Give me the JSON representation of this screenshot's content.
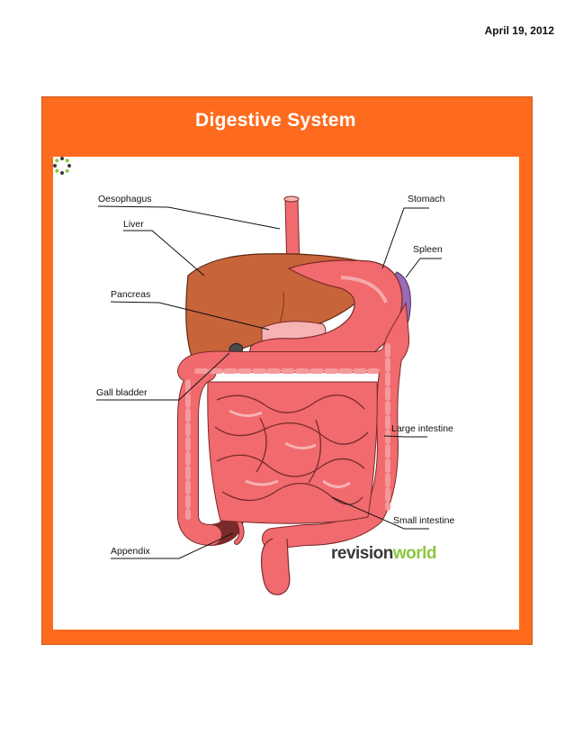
{
  "date": "April 19, 2012",
  "slide": {
    "title": "Digestive System",
    "labels": {
      "oesophagus": "Oesophagus",
      "liver": "Liver",
      "pancreas": "Pancreas",
      "gall_bladder": "Gall bladder",
      "appendix": "Appendix",
      "stomach": "Stomach",
      "spleen": "Spleen",
      "large_intestine": "Large intestine",
      "small_intestine": "Small intestine"
    },
    "brand": {
      "part1": "revision",
      "part2": "world"
    }
  },
  "colors": {
    "slide_bg": "#ff6b1e",
    "liver": "#c8643a",
    "organ_pink": "#f06a6e",
    "organ_light": "#f59a9c",
    "spleen": "#9a6bb6",
    "brand_green": "#8cc63f"
  }
}
